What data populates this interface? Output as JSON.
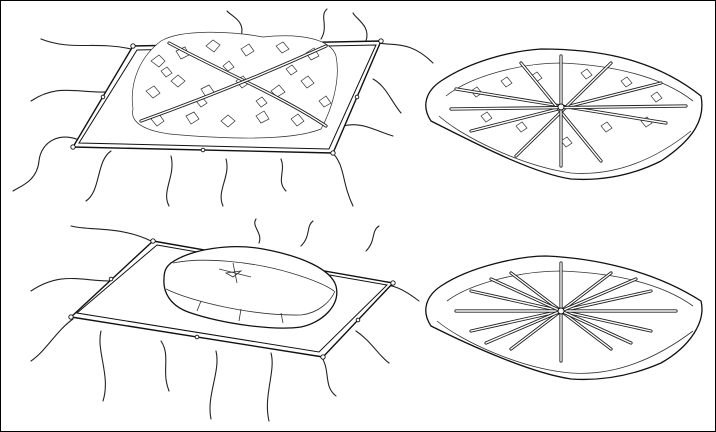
{
  "figure": {
    "panels": [
      {
        "id": "tarp-with-leaves"
      },
      {
        "id": "wrapped-bundle-on-tarp"
      },
      {
        "id": "bundle-leaves-visible"
      },
      {
        "id": "bundle-straps-radiating"
      }
    ]
  }
}
